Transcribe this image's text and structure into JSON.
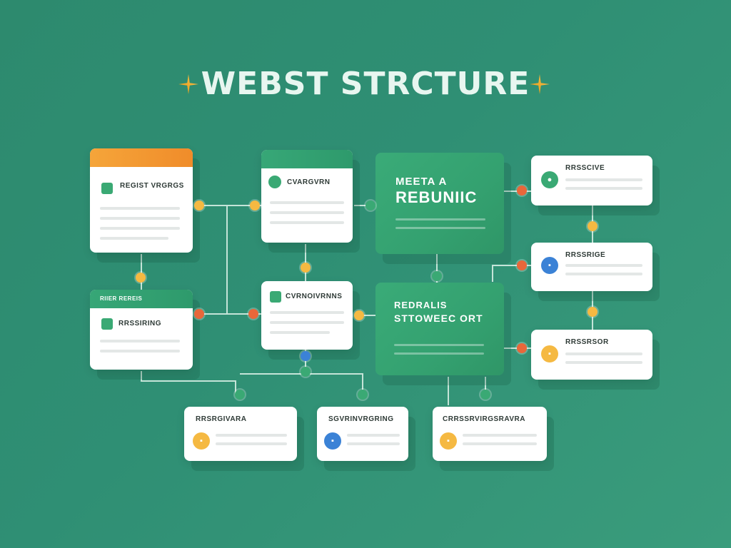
{
  "title": "WEBST STRCTURE",
  "colors": {
    "background": "#2f8f74",
    "card": "#ffffff",
    "green": "#34a170",
    "orange": "#f08c2a",
    "yellow": "#f5b942",
    "red": "#e8673a",
    "blue": "#3b82d6"
  },
  "cards": {
    "c1": {
      "bar_label": "",
      "heading": "REGIST VRGRGS"
    },
    "c2": {
      "bar_label": "",
      "heading": "CVARGVRN"
    },
    "c3": {
      "bar_label": "RIIER REREIS",
      "heading": "RRSSIRING"
    },
    "c4": {
      "heading": "CVRNOIVRNNS"
    },
    "r1": {
      "heading": "RRSSCIVE"
    },
    "r2": {
      "heading": "RRSSRIGE"
    },
    "r3": {
      "heading": "RRSSRSOR"
    },
    "b1": {
      "heading": "RRSRGIVARA"
    },
    "b2": {
      "heading": "SGVRINVRGRING"
    },
    "b3": {
      "heading": "CRRSSRVIRGSRAVRA"
    }
  },
  "panels": {
    "p1": {
      "title_line1": "MEETA A",
      "title_line2": "REBUNIIC"
    },
    "p2": {
      "title_line1": "REDRALIS",
      "title_line2": "STTOWEEC ORT"
    }
  }
}
